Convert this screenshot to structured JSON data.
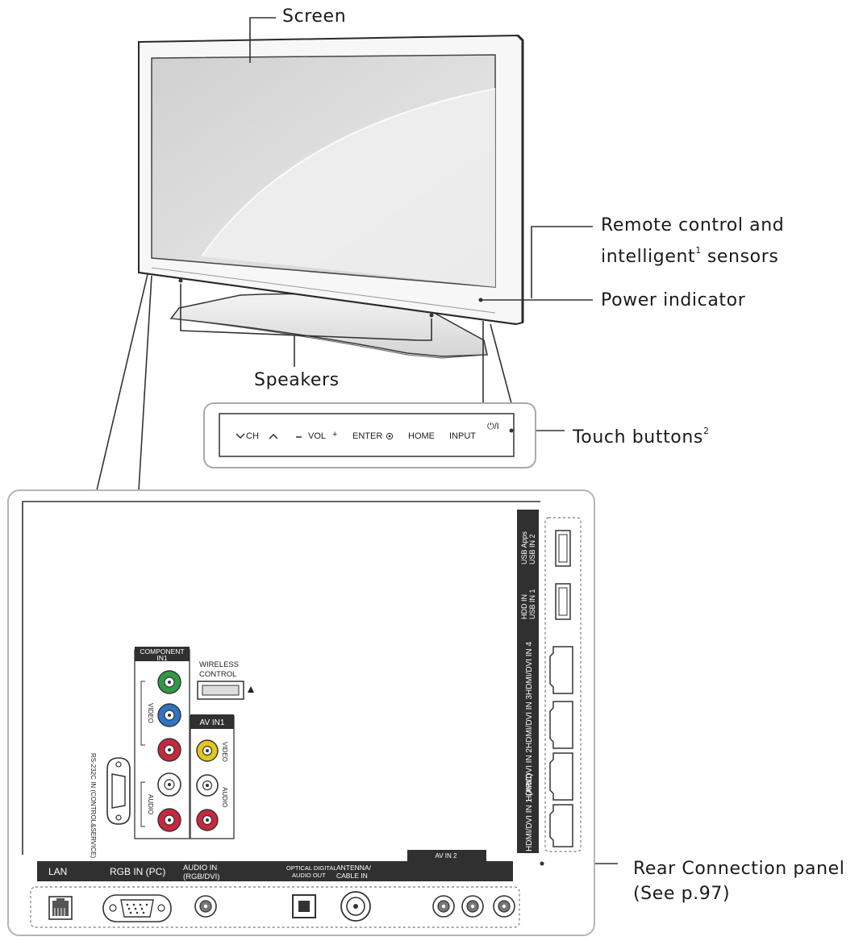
{
  "callouts": {
    "screen": "Screen",
    "remote_line1": "Remote control and",
    "remote_line2_pre": "intelligent",
    "remote_line2_sup": "1",
    "remote_line2_post": " sensors",
    "power_indicator": "Power indicator",
    "speakers": "Speakers",
    "touch_buttons": "Touch buttons",
    "touch_buttons_sup": "2",
    "rear_line1": "Rear Connection panel",
    "rear_line2": "(See p.97)"
  },
  "touch_panel": {
    "ch": "CH",
    "vol": "VOL",
    "enter": "ENTER",
    "home": "HOME",
    "input": "INPUT",
    "power": "⏻/I"
  },
  "rear_panel": {
    "component": "COMPONENT",
    "component_sub": "IN1",
    "wireless_l1": "WIRELESS",
    "wireless_l2": "CONTROL",
    "av_in1": "AV IN1",
    "video_vert": "VIDEO",
    "audio_vert": "AUDIO",
    "av_video_vert": "VIDEO",
    "av_audio_vert": "AUDIO",
    "rs232": "RS-232C IN (CONTROL&SERVICE)",
    "lan": "LAN",
    "rgb_in": "RGB IN (PC)",
    "audio_in_l1": "AUDIO IN",
    "audio_in_l2": "(RGB/DVI)",
    "optical_l1": "OPTICAL DIGITAL",
    "optical_l2": "AUDIO OUT",
    "antenna_l1": "ANTENNA/",
    "antenna_l2": "CABLE IN",
    "av_in2": "AV IN 2",
    "usb2_l1": "USB Apps",
    "usb2_l2": "USB IN 2",
    "usb1_l1": "HDD IN",
    "usb1_l2": "USB IN 1",
    "hdmi4": "HDMI/DVI IN 4",
    "hdmi3": "HDMI/DVI IN 3",
    "hdmi2": "HDMI/DVI IN 2",
    "hdmi1": "HDMI/DVI IN 1 (ARC)"
  },
  "colors": {
    "line": "#333333",
    "panel_border": "#b5b5b5",
    "label_bar": "#303030",
    "jack_green": "#2e9a46",
    "jack_blue": "#2f73c4",
    "jack_red": "#c8283c",
    "jack_yellow": "#e3c51c",
    "jack_white": "#ffffff"
  }
}
